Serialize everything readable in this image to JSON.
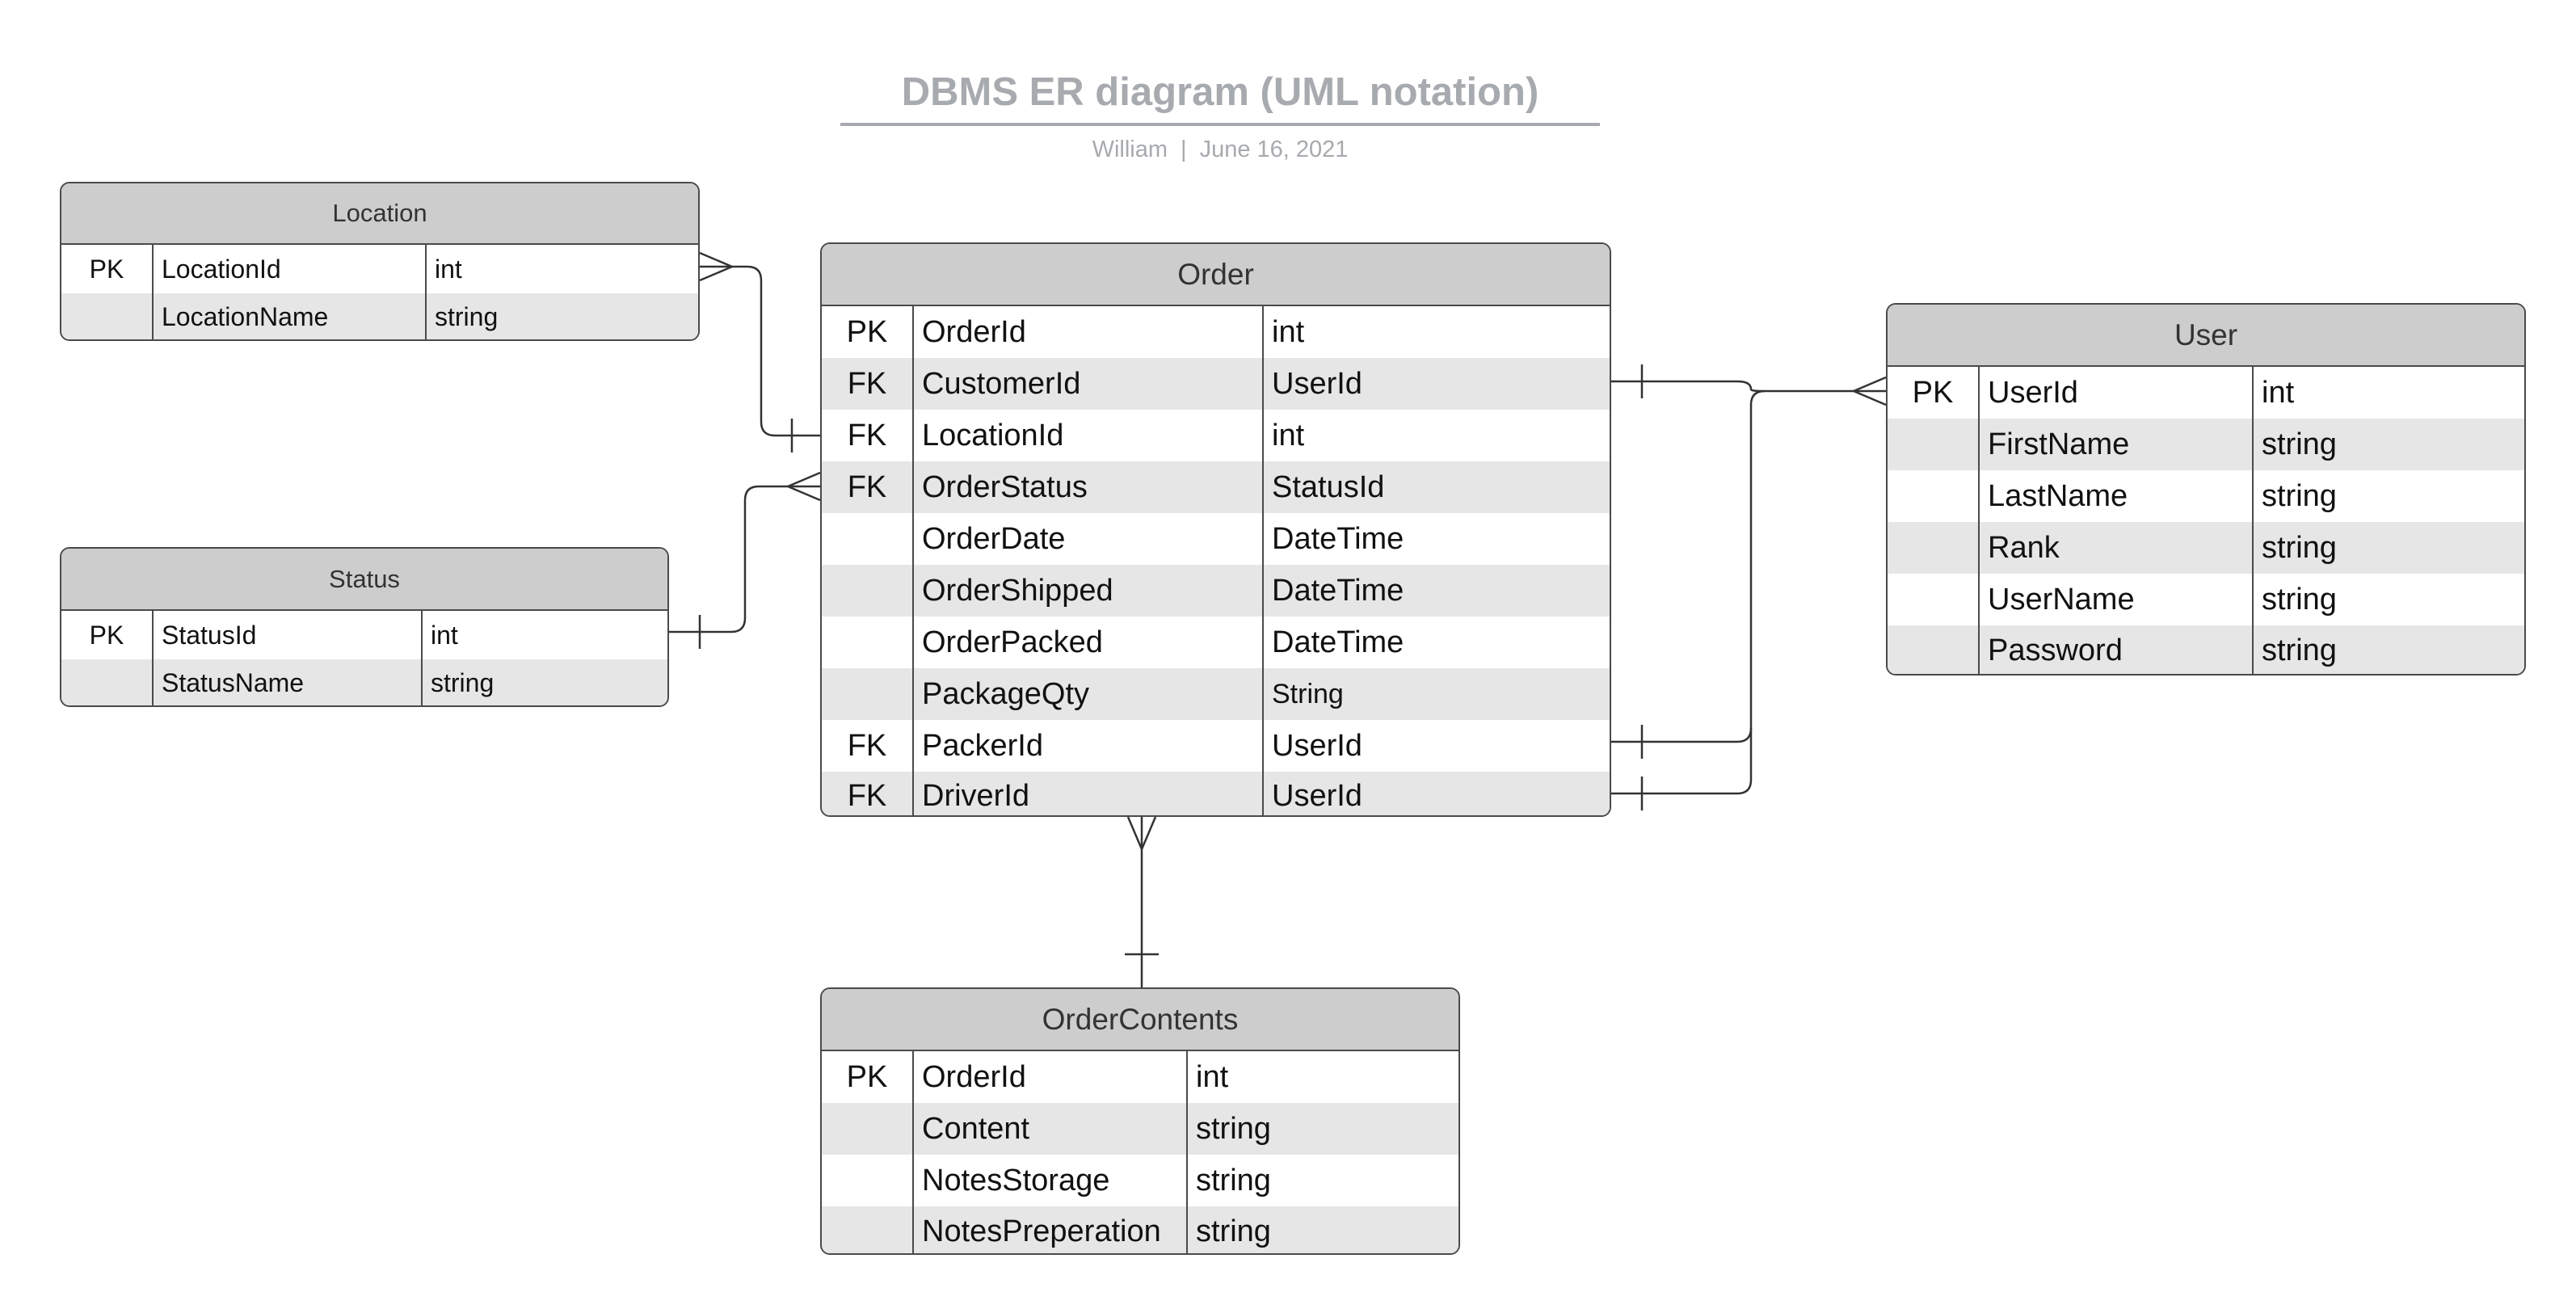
{
  "header": {
    "title": "DBMS ER diagram (UML notation)",
    "author": "William",
    "separator": "|",
    "date": "June 16, 2021"
  },
  "entities": {
    "location": {
      "name": "Location",
      "rows": [
        {
          "key": "PK",
          "field": "LocationId",
          "type": "int"
        },
        {
          "key": "",
          "field": "LocationName",
          "type": "string"
        }
      ]
    },
    "status": {
      "name": "Status",
      "rows": [
        {
          "key": "PK",
          "field": "StatusId",
          "type": "int"
        },
        {
          "key": "",
          "field": "StatusName",
          "type": "string"
        }
      ]
    },
    "order": {
      "name": "Order",
      "rows": [
        {
          "key": "PK",
          "field": "OrderId",
          "type": "int"
        },
        {
          "key": "FK",
          "field": "CustomerId",
          "type": "UserId"
        },
        {
          "key": "FK",
          "field": "LocationId",
          "type": "int"
        },
        {
          "key": "FK",
          "field": "OrderStatus",
          "type": "StatusId"
        },
        {
          "key": "",
          "field": "OrderDate",
          "type": "DateTime"
        },
        {
          "key": "",
          "field": "OrderShipped",
          "type": "DateTime"
        },
        {
          "key": "",
          "field": "OrderPacked",
          "type": "DateTime"
        },
        {
          "key": "",
          "field": "PackageQty",
          "type": "String"
        },
        {
          "key": "FK",
          "field": "PackerId",
          "type": "UserId"
        },
        {
          "key": "FK",
          "field": "DriverId",
          "type": "UserId"
        }
      ]
    },
    "user": {
      "name": "User",
      "rows": [
        {
          "key": "PK",
          "field": "UserId",
          "type": "int"
        },
        {
          "key": "",
          "field": "FirstName",
          "type": "string"
        },
        {
          "key": "",
          "field": "LastName",
          "type": "string"
        },
        {
          "key": "",
          "field": "Rank",
          "type": "string"
        },
        {
          "key": "",
          "field": "UserName",
          "type": "string"
        },
        {
          "key": "",
          "field": "Password",
          "type": "string"
        }
      ]
    },
    "order_contents": {
      "name": "OrderContents",
      "rows": [
        {
          "key": "PK",
          "field": "OrderId",
          "type": "int"
        },
        {
          "key": "",
          "field": "Content",
          "type": "string"
        },
        {
          "key": "",
          "field": "NotesStorage",
          "type": "string"
        },
        {
          "key": "",
          "field": "NotesPreperation",
          "type": "string"
        }
      ]
    }
  },
  "relationships": [
    {
      "from": "Location",
      "to": "Order",
      "from_end": "many",
      "to_end": "one"
    },
    {
      "from": "Status",
      "to": "Order",
      "from_end": "one",
      "to_end": "many"
    },
    {
      "from": "Order.CustomerId",
      "to": "User",
      "from_end": "one",
      "to_end": "many"
    },
    {
      "from": "Order.PackerId",
      "to": "User",
      "from_end": "one",
      "to_end": "many"
    },
    {
      "from": "Order.DriverId",
      "to": "User",
      "from_end": "one",
      "to_end": "many"
    },
    {
      "from": "Order",
      "to": "OrderContents",
      "from_end": "many",
      "to_end": "one"
    }
  ],
  "colors": {
    "header_fill": "#cdcdcd",
    "alt_row_fill": "#e6e6e6",
    "border": "#4a4a4a",
    "connector": "#333333",
    "title": "#a7aaae"
  }
}
